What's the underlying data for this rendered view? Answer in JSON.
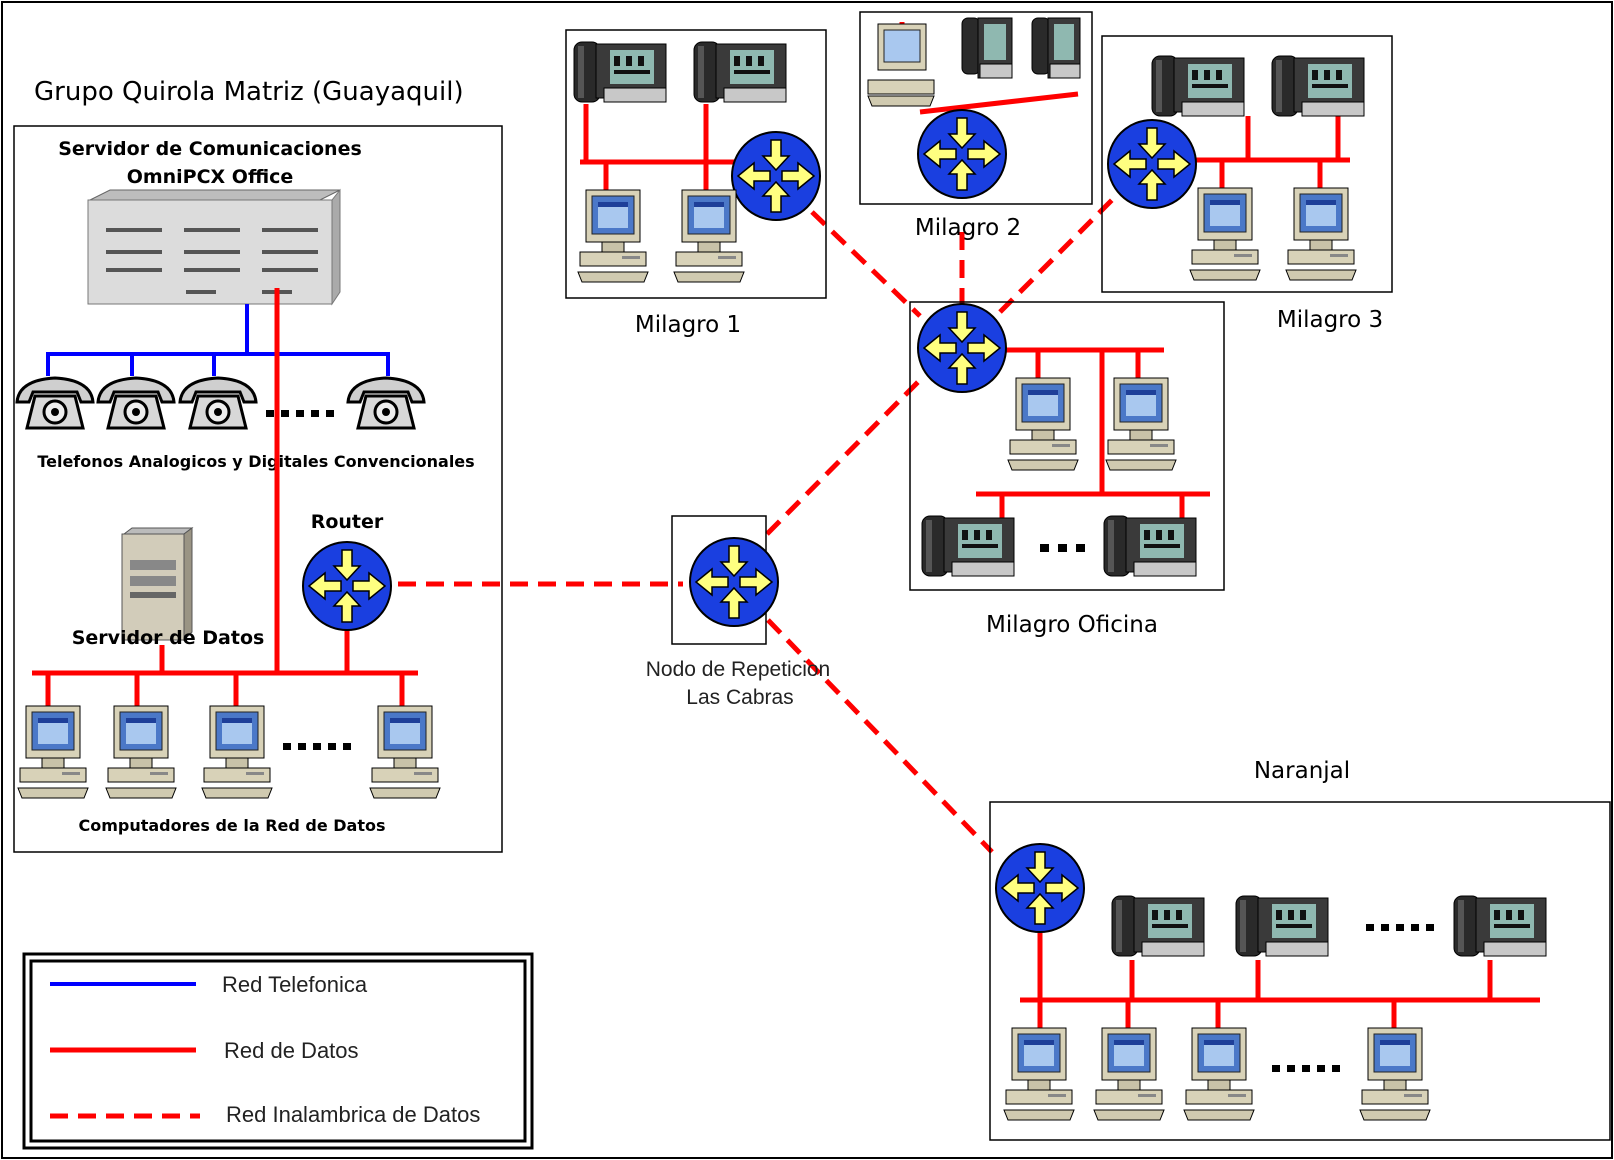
{
  "matriz": {
    "title": "Grupo Quirola Matriz (Guayaquil)",
    "server_title_line1": "Servidor de Comunicaciones",
    "server_title_line2": "OmniPCX Office",
    "phones_label": "Telefonos Analogicos y Digitales Convencionales",
    "router_label": "Router",
    "data_server_label": "Servidor de Datos",
    "computers_label": "Computadores de la Red de Datos"
  },
  "sites": {
    "milagro1": "Milagro 1",
    "milagro2": "Milagro 2",
    "milagro3": "Milagro 3",
    "milagro_oficina": "Milagro Oficina",
    "naranjal": "Naranjal"
  },
  "node": {
    "line1": "Nodo de Repeticion",
    "line2": "Las Cabras"
  },
  "legend": {
    "telefonica": "Red Telefonica",
    "datos": "Red de Datos",
    "inalambrica": "Red Inalambrica de Datos"
  },
  "colors": {
    "phone_network": "#0000ff",
    "data_network": "#ff0000",
    "router_fill": "#1a3fe0",
    "router_arrows": "#ffff80"
  },
  "icons": {
    "router": "router-icon",
    "ip_phone": "ip-phone-icon",
    "pc": "desktop-computer-icon",
    "analog_phone": "analog-phone-icon",
    "pbx": "pbx-server-icon",
    "tower": "tower-server-icon"
  }
}
